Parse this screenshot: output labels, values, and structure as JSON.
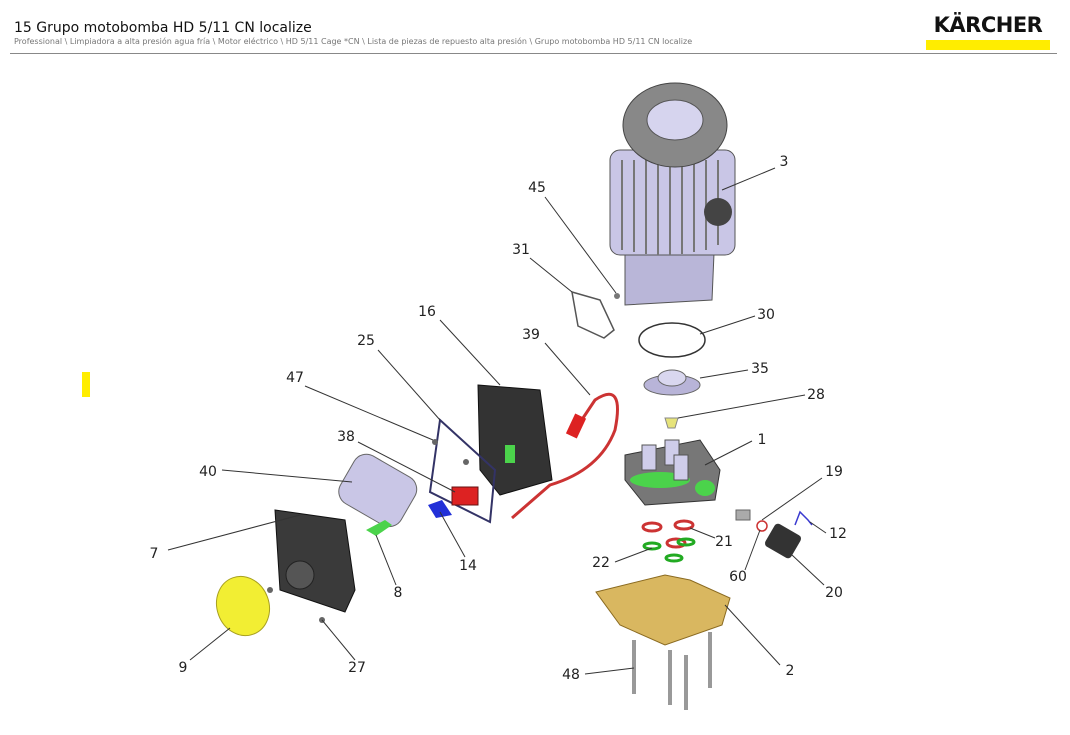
{
  "header": {
    "title": "15 Grupo motobomba HD 5/11 CN localize",
    "breadcrumb": "Professional \\ Limpiadora a alta presión agua fría \\ Motor eléctrico \\ HD 5/11 Cage *CN \\ Lista de piezas de repuesto alta presión \\ Grupo motobomba HD 5/11 CN localize",
    "logo_text": "KÄRCHER"
  },
  "colors": {
    "brand_yellow": "#ffed00"
  },
  "callouts": [
    "3",
    "45",
    "31",
    "30",
    "16",
    "39",
    "25",
    "35",
    "47",
    "28",
    "1",
    "38",
    "40",
    "19",
    "21",
    "12",
    "7",
    "22",
    "14",
    "60",
    "8",
    "20",
    "9",
    "27",
    "2",
    "48"
  ]
}
